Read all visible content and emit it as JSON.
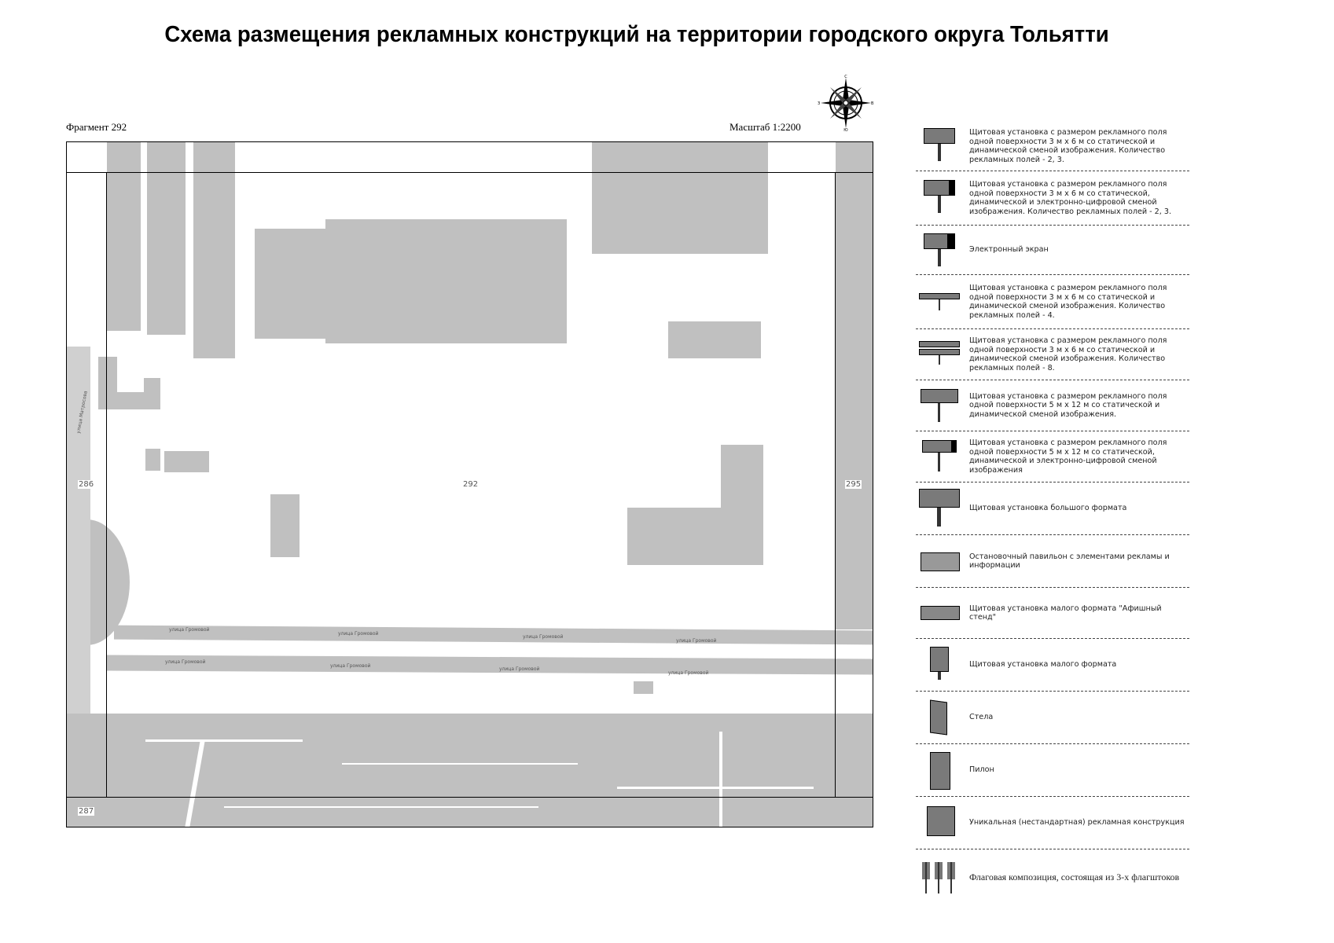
{
  "title": "Схема размещения рекламных конструкций на территории городского округа Тольятти",
  "fragment_label": "Фрагмент 292",
  "scale_label": "Масштаб 1:2200",
  "compass": {
    "icon": "compass-rose-icon",
    "n": "С",
    "s": "Ю",
    "e": "В",
    "w": "З"
  },
  "map": {
    "fragment_numbers": {
      "left": "286",
      "center": "292",
      "right": "295",
      "bottom_left": "287"
    },
    "streets": [
      "улица Громовой",
      "улица Матросова"
    ],
    "colors": {
      "building": "#c0c0c0",
      "background": "#ffffff",
      "frame": "#000000"
    }
  },
  "legend": [
    {
      "icon": "billboard-3x6-icon",
      "text": "Щитовая установка с размером рекламного поля одной поверхности 3 м х 6 м со статической и динамической сменой изображения. Количество рекламных полей - 2, 3."
    },
    {
      "icon": "billboard-3x6-digital-icon",
      "text": "Щитовая установка с размером рекламного поля одной поверхности 3 м х 6 м со статической, динамической и электронно-цифровой сменой изображения. Количество рекламных полей - 2, 3."
    },
    {
      "icon": "electronic-screen-icon",
      "text": "Электронный экран"
    },
    {
      "icon": "billboard-4-fields-icon",
      "text": "Щитовая установка с размером рекламного поля одной поверхности 3 м х 6 м со статической и динамической сменой изображения. Количество рекламных полей - 4."
    },
    {
      "icon": "billboard-8-fields-icon",
      "text": "Щитовая установка с размером рекламного поля одной поверхности 3 м х 6 м со статической и динамической сменой изображения. Количество рекламных полей - 8."
    },
    {
      "icon": "billboard-5x12-icon",
      "text": "Щитовая установка с размером рекламного поля одной поверхности 5 м х 12 м со статической и динамической сменой изображения."
    },
    {
      "icon": "billboard-5x12-digital-icon",
      "text": "Щитовая установка с размером рекламного поля одной поверхности 5 м х 12 м со статической, динамической и электронно-цифровой сменой изображения"
    },
    {
      "icon": "large-billboard-icon",
      "text": "Щитовая установка большого формата"
    },
    {
      "icon": "bus-stop-pavilion-icon",
      "text": "Остановочный павильон с элементами рекламы и информации"
    },
    {
      "icon": "poster-stand-icon",
      "text": "Щитовая установка малого формата \"Афишный стенд\""
    },
    {
      "icon": "small-billboard-icon",
      "text": "Щитовая установка малого формата"
    },
    {
      "icon": "stele-icon",
      "text": "Стела"
    },
    {
      "icon": "pylon-icon",
      "text": "Пилон"
    },
    {
      "icon": "unique-structure-icon",
      "text": "Уникальная (нестандартная) рекламная конструкция"
    },
    {
      "icon": "flag-composition-icon",
      "text": "Флаговая композиция, состоящая из 3-х флагштоков"
    }
  ]
}
